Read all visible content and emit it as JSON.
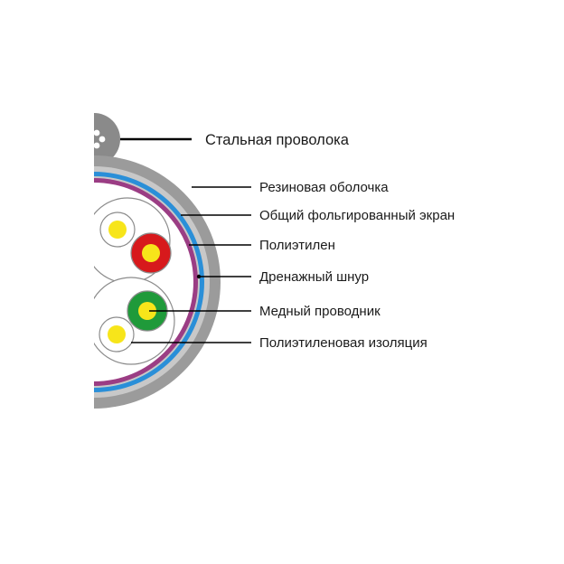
{
  "labels": {
    "steel_wire": "Стальная проволока",
    "rubber_sheath": "Резиновая оболочка",
    "foil_shield": "Общий фольгированный экран",
    "polyethylene": "Полиэтилен",
    "drain_wire": "Дренажный шнур",
    "copper_conductor": "Медный проводник",
    "pe_insulation": "Полиэтиленовая изоляция"
  },
  "colors": {
    "sheath": "#9b9b9b",
    "shield_blue": "#2a8fd8",
    "shield_purple": "#9b3d84",
    "steel_wire": "#8a8a8a",
    "conductor_yellow": "#f7e51a",
    "insulation_red": "#d7191c",
    "insulation_green": "#1f9a3a",
    "leader_line": "#000000"
  }
}
